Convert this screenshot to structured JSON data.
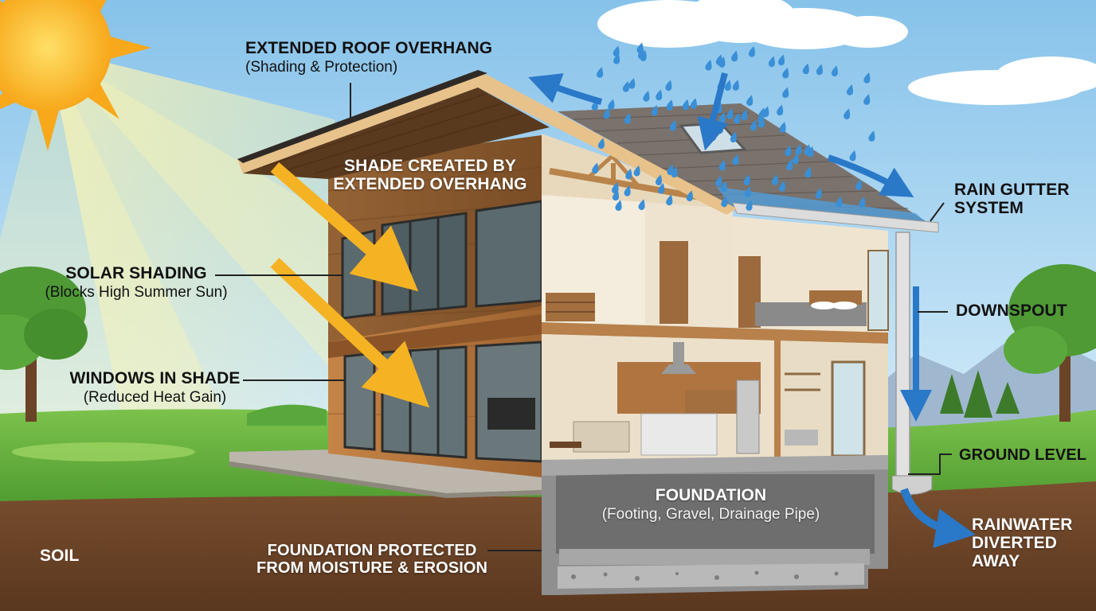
{
  "colors": {
    "sky_top": "#8fc6ea",
    "sky_bottom": "#d9eef8",
    "sun": "#f7b21b",
    "grass": "#5fae3a",
    "soil": "#6b4428",
    "wood": "#b8783f",
    "roof_shingle": "#7a726c",
    "rain": "#3a8fd6",
    "arrow_sun": "#f5b324",
    "arrow_water": "#2a78c8",
    "concrete": "#9d9d9d"
  },
  "icons": [
    "sun-icon",
    "cloud-icon",
    "raindrop-icon",
    "tree-icon",
    "mountain-icon"
  ],
  "labels": {
    "roof_overhang": {
      "title": "EXTENDED ROOF OVERHANG",
      "sub": "(Shading & Protection)"
    },
    "shade_created": {
      "title": "SHADE CREATED BY",
      "title2": "EXTENDED OVERHANG"
    },
    "solar_shading": {
      "title": "SOLAR SHADING",
      "sub": "(Blocks High Summer Sun)"
    },
    "windows_shade": {
      "title": "WINDOWS IN SHADE",
      "sub": "(Reduced Heat Gain)"
    },
    "rain_gutter": {
      "title": "RAIN GUTTER",
      "title2": "SYSTEM"
    },
    "downspout": {
      "title": "DOWNSPOUT"
    },
    "ground_level": {
      "title": "GROUND LEVEL"
    },
    "foundation": {
      "title": "FOUNDATION",
      "sub": "(Footing, Gravel, Drainage Pipe)"
    },
    "rainwater": {
      "title": "RAINWATER",
      "title2": "DIVERTED",
      "title3": "AWAY"
    },
    "soil": {
      "title": "SOIL"
    },
    "foundation_protected": {
      "title": "FOUNDATION PROTECTED",
      "title2": "FROM MOISTURE & EROSION"
    }
  }
}
